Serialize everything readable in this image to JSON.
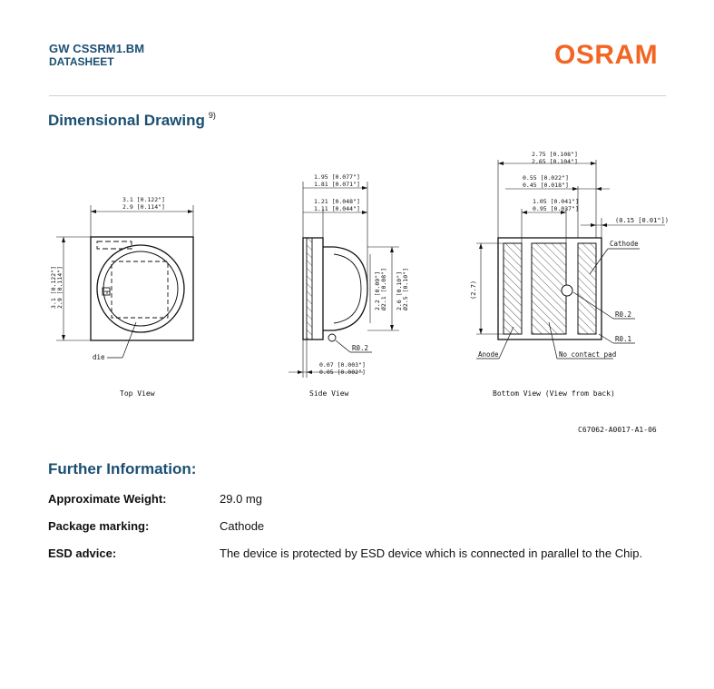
{
  "header": {
    "product": "GW CSSRM1.BM",
    "doc_type": "DATASHEET",
    "logo_text": "OSRAM",
    "logo_color": "#f26522",
    "title_color": "#1b4f72"
  },
  "dimensional_drawing": {
    "heading": "Dimensional Drawing",
    "footnote": "9)",
    "top_view": {
      "caption": "Top View",
      "width_dim": [
        "3.1 [0.122\"]",
        "2.9 [0.114\"]"
      ],
      "height_dim": [
        "3.1 [0.122\"]",
        "2.9 [0.114\"]"
      ],
      "die_label": "die"
    },
    "side_view": {
      "caption": "Side View",
      "dim_top": [
        "1.95 [0.077\"]",
        "1.81 [0.071\"]"
      ],
      "dim_mid": [
        "1.21 [0.048\"]",
        "1.11 [0.044\"]"
      ],
      "dim_d1": [
        "2.2 [0.09\"]",
        "Ø2.1 [0.08\"]"
      ],
      "dim_d2": [
        "2.6 [0.10\"]",
        "Ø2.5 [0.10\"]"
      ],
      "dim_bottom": [
        "0.07 [0.003\"]",
        "0.05 [0.002\"]"
      ],
      "radius_label": "R0.2"
    },
    "bottom_view": {
      "caption": "Bottom View (View from back)",
      "dim_top": [
        "2.75 [0.108\"]",
        "2.65 [0.104\"]"
      ],
      "dim_mid": [
        "0.55 [0.022\"]",
        "0.45 [0.018\"]"
      ],
      "dim_inner": [
        "1.05 [0.041\"]",
        "0.95 [0.037\"]"
      ],
      "dim_gap": "(0.15 [0.01\"])",
      "dim_height": "(2.7)",
      "cathode_label": "Cathode",
      "r02_label": "R0.2",
      "r01_label": "R0.1",
      "anode_label": "Anode",
      "no_contact_label": "No contact pad"
    },
    "drawing_code": "C67062-A0017-A1-06"
  },
  "further_information": {
    "heading": "Further Information:",
    "rows": [
      {
        "label": "Approximate Weight:",
        "value": "29.0 mg"
      },
      {
        "label": "Package marking:",
        "value": "Cathode"
      },
      {
        "label": "ESD advice:",
        "value": "The device is protected by ESD device which is connected in parallel to the Chip."
      }
    ]
  }
}
